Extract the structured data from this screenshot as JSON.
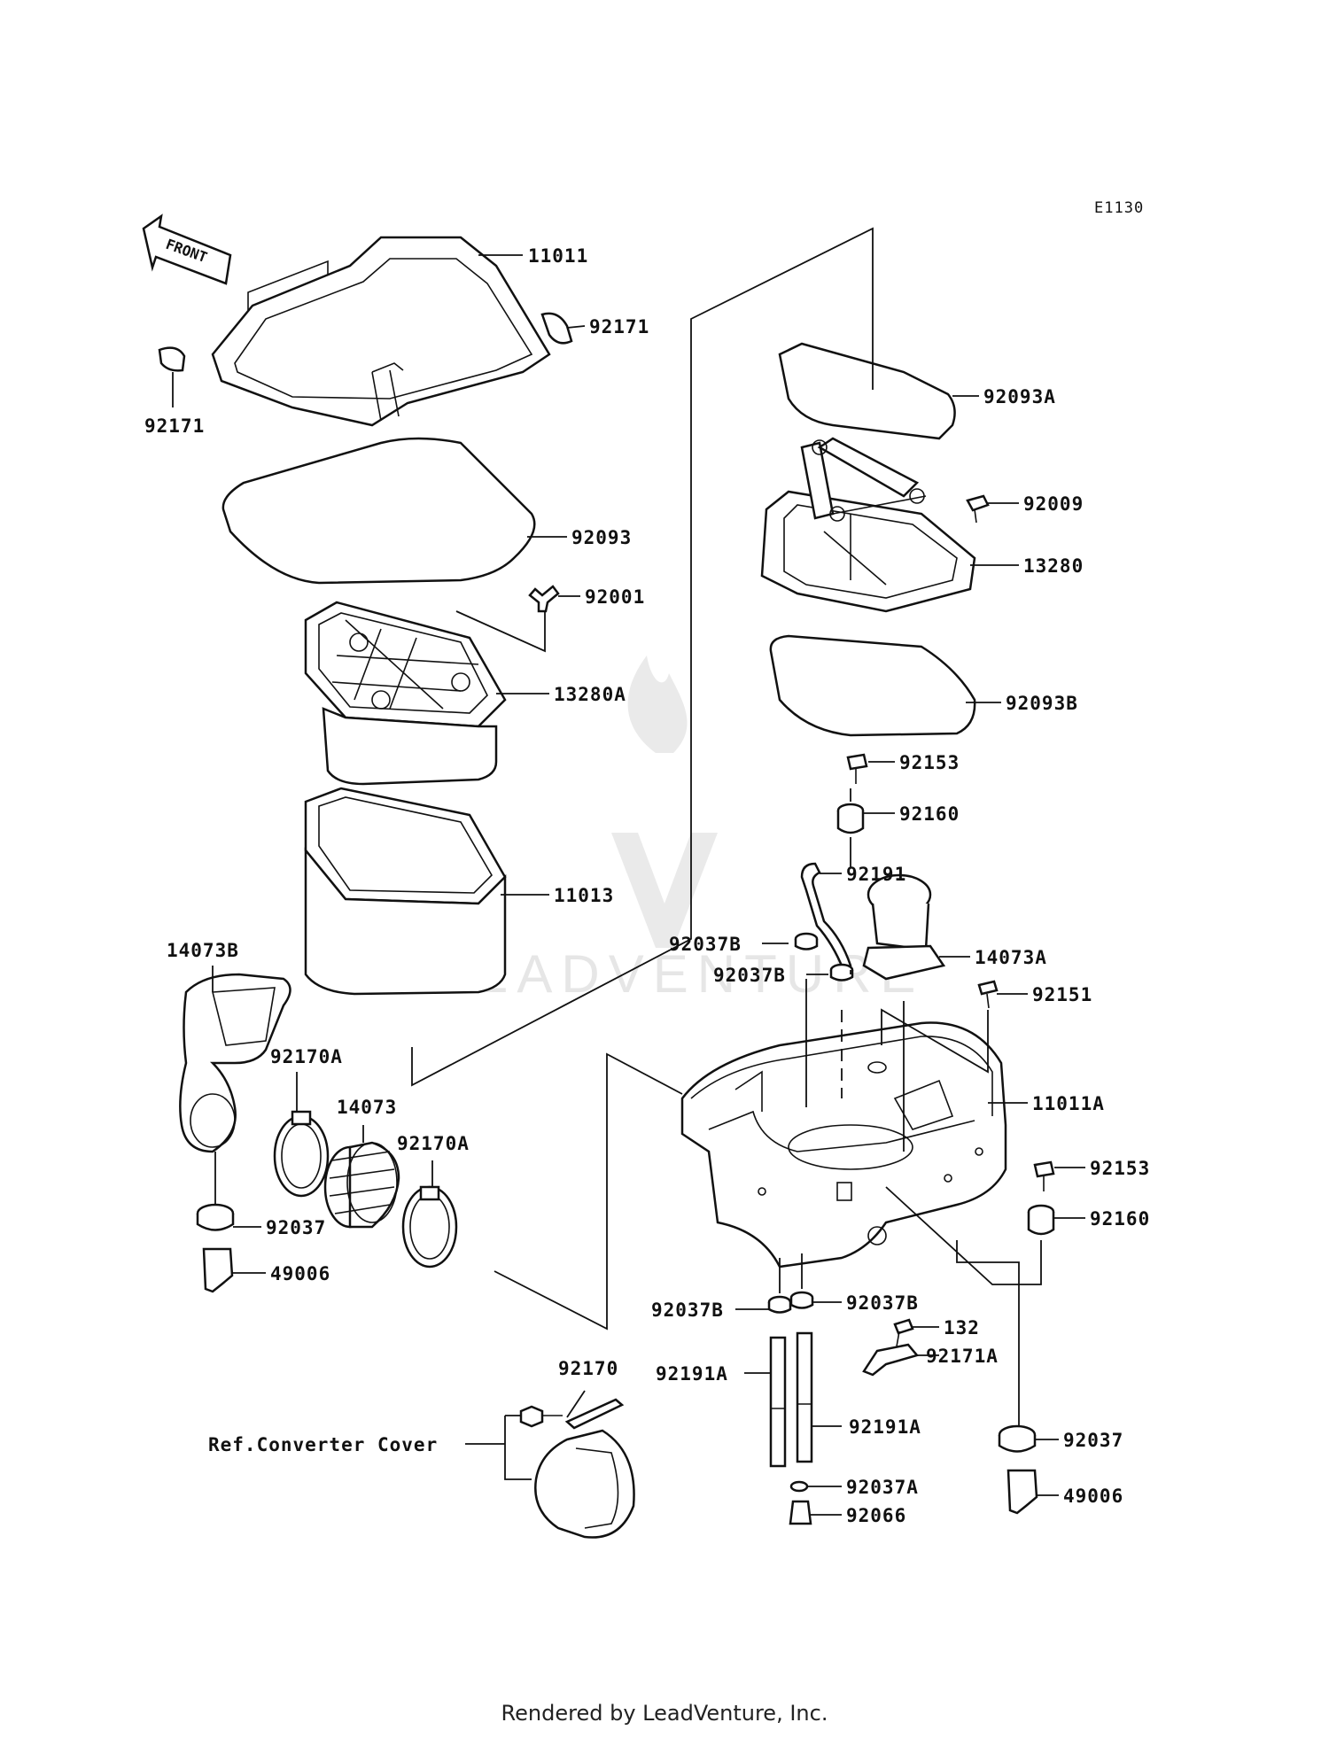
{
  "diagram_code": "E1130",
  "front_label": "FRONT",
  "watermark": "LEADVENTURE",
  "footer": "Rendered by LeadVenture, Inc.",
  "callouts": [
    {
      "id": "p-11011",
      "label": "11011"
    },
    {
      "id": "p-92171-r",
      "label": "92171"
    },
    {
      "id": "p-92171-l",
      "label": "92171"
    },
    {
      "id": "p-92093",
      "label": "92093"
    },
    {
      "id": "p-92001",
      "label": "92001"
    },
    {
      "id": "p-13280a",
      "label": "13280A"
    },
    {
      "id": "p-11013",
      "label": "11013"
    },
    {
      "id": "p-14073b",
      "label": "14073B"
    },
    {
      "id": "p-92170a-1",
      "label": "92170A"
    },
    {
      "id": "p-14073",
      "label": "14073"
    },
    {
      "id": "p-92170a-2",
      "label": "92170A"
    },
    {
      "id": "p-92037-l",
      "label": "92037"
    },
    {
      "id": "p-49006-l",
      "label": "49006"
    },
    {
      "id": "p-92093a",
      "label": "92093A"
    },
    {
      "id": "p-92009",
      "label": "92009"
    },
    {
      "id": "p-13280",
      "label": "13280"
    },
    {
      "id": "p-92093b",
      "label": "92093B"
    },
    {
      "id": "p-92153-1",
      "label": "92153"
    },
    {
      "id": "p-92160-1",
      "label": "92160"
    },
    {
      "id": "p-92191",
      "label": "92191"
    },
    {
      "id": "p-92037b-1",
      "label": "92037B"
    },
    {
      "id": "p-14073a",
      "label": "14073A"
    },
    {
      "id": "p-92037b-2",
      "label": "92037B"
    },
    {
      "id": "p-92151",
      "label": "92151"
    },
    {
      "id": "p-11011a",
      "label": "11011A"
    },
    {
      "id": "p-92153-2",
      "label": "92153"
    },
    {
      "id": "p-92160-2",
      "label": "92160"
    },
    {
      "id": "p-92037b-3",
      "label": "92037B"
    },
    {
      "id": "p-92037b-4",
      "label": "92037B"
    },
    {
      "id": "p-132",
      "label": "132"
    },
    {
      "id": "p-92171a",
      "label": "92171A"
    },
    {
      "id": "p-92170",
      "label": "92170"
    },
    {
      "id": "p-92191a-1",
      "label": "92191A"
    },
    {
      "id": "p-92191a-2",
      "label": "92191A"
    },
    {
      "id": "p-ref",
      "label": "Ref.Converter Cover"
    },
    {
      "id": "p-92037-r",
      "label": "92037"
    },
    {
      "id": "p-92037a",
      "label": "92037A"
    },
    {
      "id": "p-49006-r",
      "label": "49006"
    },
    {
      "id": "p-92066",
      "label": "92066"
    }
  ]
}
